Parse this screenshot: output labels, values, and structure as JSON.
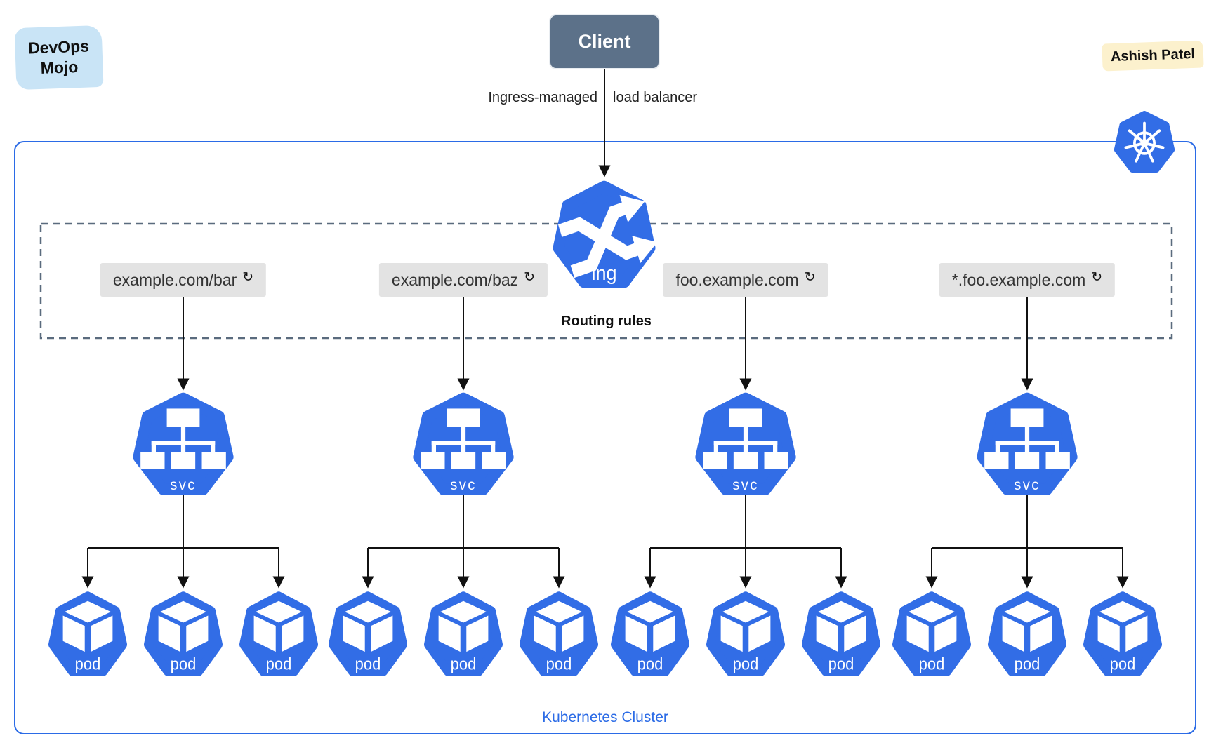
{
  "brand": {
    "line1": "DevOps",
    "line2": "Mojo"
  },
  "author": {
    "name": "Ashish Patel"
  },
  "client": {
    "label": "Client"
  },
  "load_balancer": {
    "label_left": "Ingress-managed",
    "label_right": "load balancer"
  },
  "ingress": {
    "label": "ing"
  },
  "routing": {
    "title": "Routing rules",
    "refresh_icon": "↻",
    "rules": [
      "example.com/bar",
      "example.com/baz",
      "foo.example.com",
      "*.foo.example.com"
    ]
  },
  "service": {
    "label": "svc"
  },
  "pod": {
    "label": "pod"
  },
  "cluster": {
    "label": "Kubernetes Cluster"
  },
  "colors": {
    "k8s-blue": "#326de6",
    "cluster-border": "#2b6be6",
    "client-bg": "#5c7189",
    "label-bg": "#e3e3e3",
    "label-text": "#333333",
    "dashed-border": "#5a6b7e",
    "brand-bg": "#c9e4f6",
    "author-bg": "#fcf1cd",
    "arrow": "#111111"
  }
}
